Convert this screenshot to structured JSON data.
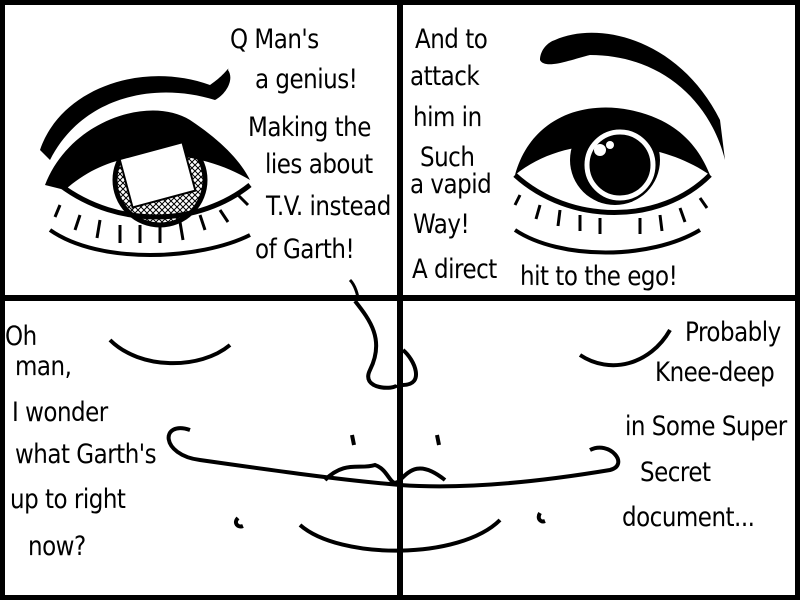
{
  "panels": [
    {
      "id": "panel-1",
      "lines": [
        "Q Man's",
        "a genius!",
        "Making the",
        "lies about",
        "T.V. instead",
        "of Garth!"
      ]
    },
    {
      "id": "panel-2",
      "lines": [
        "And to",
        "attack",
        "him in",
        "Such",
        "a vapid",
        "Way!",
        "A direct",
        "hit to the ego!"
      ]
    },
    {
      "id": "panel-3",
      "lines": [
        "Oh",
        "man,",
        "I wonder",
        "what Garth's",
        "up to right",
        "now?"
      ]
    },
    {
      "id": "panel-4",
      "lines": [
        "Probably",
        "Knee-deep",
        "in Some Super",
        "Secret",
        "document..."
      ]
    }
  ],
  "colors": {
    "ink": "#000000",
    "paper": "#ffffff"
  }
}
